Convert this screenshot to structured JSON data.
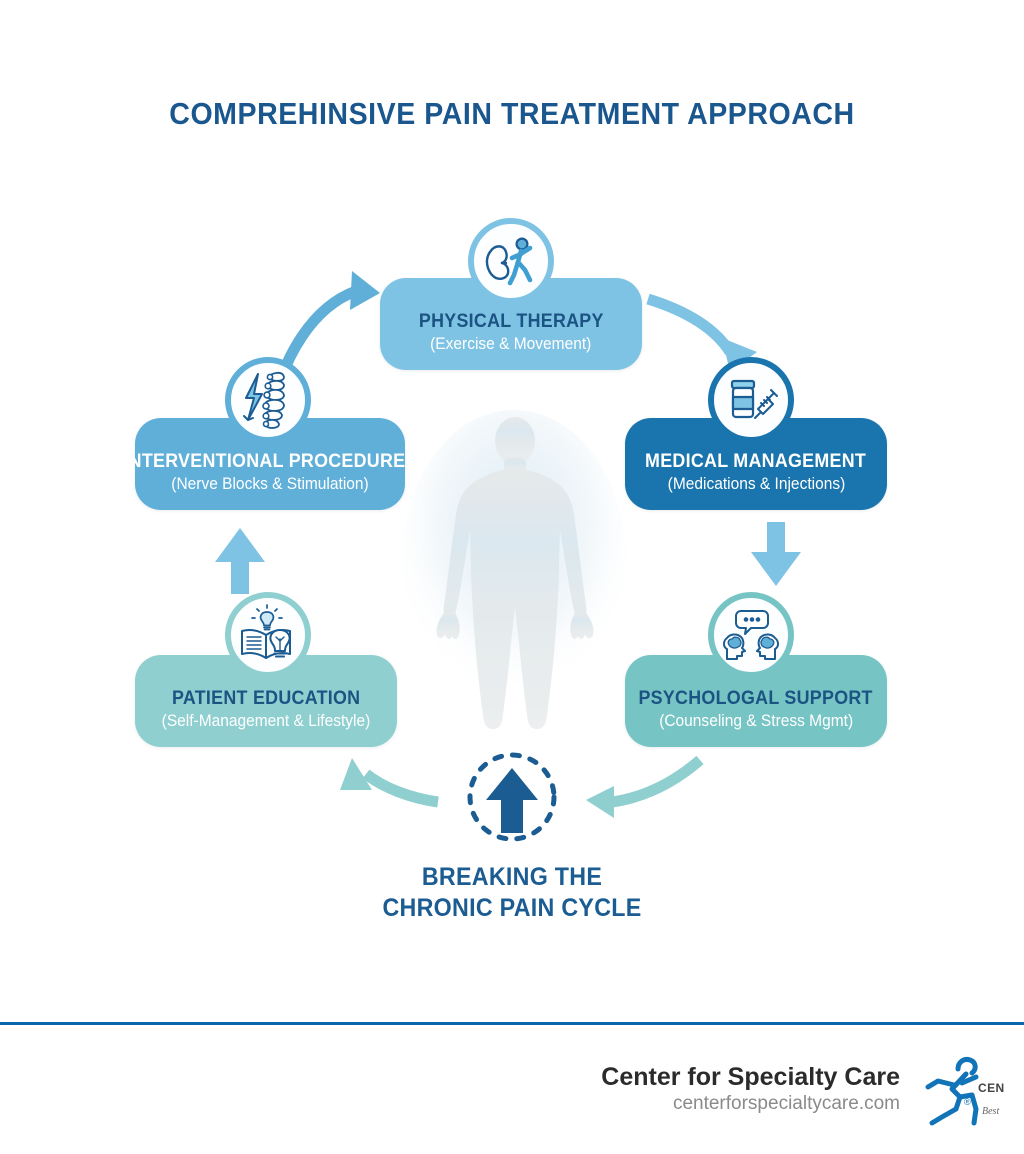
{
  "title": "COMPREHINSIVE PAIN TREATMENT APPROACH",
  "colors": {
    "title_blue": "#19578e",
    "physical_therapy": "#7ec3e4",
    "medical_management": "#1a74ad",
    "psychological_support": "#76c4c4",
    "patient_education": "#8fcfd0",
    "interventional_procedures": "#5fafd8",
    "arrow_blue": "#5fafd8",
    "arrow_teal": "#8fcfd0",
    "center_arrow": "#1b5c92",
    "footer_rule": "#0a67ad",
    "icon_stroke": "#1b5c92"
  },
  "nodes": [
    {
      "id": "physical-therapy",
      "title": "PHYSICAL THERAPY",
      "subtitle": "(Exercise & Movement)",
      "icon": "flexing-arm-and-runner-icon"
    },
    {
      "id": "medical-management",
      "title": "MEDICAL MANAGEMENT",
      "subtitle": "(Medications & Injections)",
      "icon": "vial-and-syringe-icon"
    },
    {
      "id": "psychological-support",
      "title": "PSYCHOLOGAL SUPPORT",
      "subtitle": "(Counseling & Stress Mgmt)",
      "icon": "two-heads-with-brains-icon"
    },
    {
      "id": "patient-education",
      "title": "PATIENT EDUCATION",
      "subtitle": "(Self-Management & Lifestyle)",
      "icon": "book-and-lightbulb-icon"
    },
    {
      "id": "interventional-procedures",
      "title": "INTERVENTIONAL PROCEDURES",
      "subtitle": "(Nerve Blocks & Stimulation)",
      "icon": "spine-and-lightning-bolt-icon"
    }
  ],
  "center": {
    "silhouette": "human-body-silhouette",
    "badge_icon": "dashed-circle-up-arrow-icon",
    "caption_line1": "BREAKING THE",
    "caption_line2": "CHRONIC PAIN CYCLE"
  },
  "footer": {
    "brand_name": "Center for Specialty Care",
    "url": "centerforspecialtycare.com",
    "logo_icon": "running-person-logo",
    "logo_text": "CEN",
    "logo_subtext": "Best"
  }
}
